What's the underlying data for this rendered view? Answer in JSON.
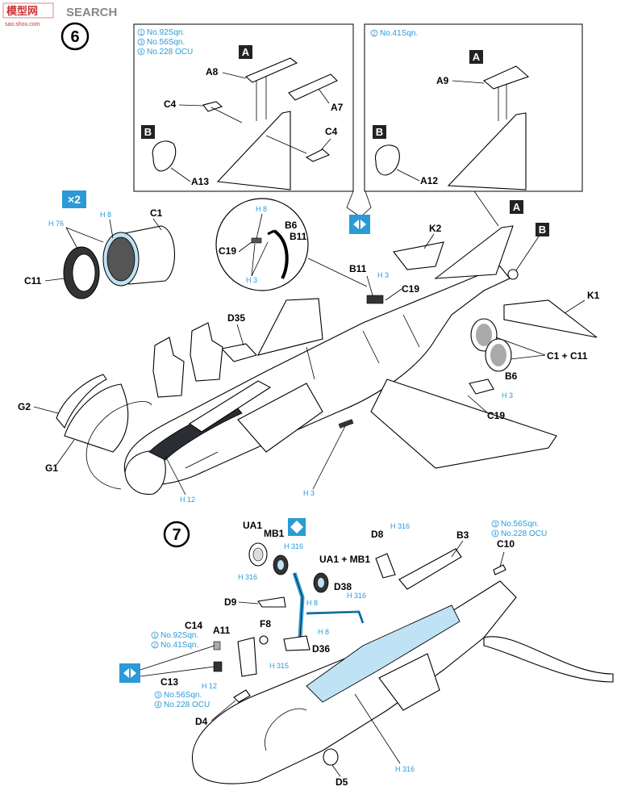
{
  "watermark": {
    "text": "SEARCH",
    "sub": "sao.shou.com",
    "logo": "模型网"
  },
  "step6": {
    "number": "6",
    "panel_left": {
      "variants": [
        {
          "n": "1",
          "text": "No.92Sqn."
        },
        {
          "n": "3",
          "text": "No.56Sqn."
        },
        {
          "n": "4",
          "text": "No.228 OCU"
        }
      ],
      "box_a": "A",
      "box_b": "B",
      "parts": {
        "a8": "A8",
        "a7": "A7",
        "c4a": "C4",
        "c4b": "C4",
        "a13": "A13"
      }
    },
    "panel_right": {
      "variants": [
        {
          "n": "2",
          "text": "No.41Sqn."
        }
      ],
      "box_a": "A",
      "box_b": "B",
      "parts": {
        "a9": "A9",
        "a12": "A12"
      }
    },
    "x2_badge": "×2",
    "labels": {
      "c1": "C1",
      "c11": "C11",
      "h76": "H 76",
      "h8a": "H 8",
      "b6": "B6",
      "b11": "B11",
      "c19": "C19",
      "h8b": "H 8",
      "h3a": "H 3",
      "k2": "K2",
      "k1": "K1",
      "a_box": "A",
      "b_box": "B",
      "b11b": "B11",
      "h3b": "H 3",
      "c19b": "C19",
      "d35": "D35",
      "c1c11": "C1 + C11",
      "b6b": "B6",
      "h3c": "H 3",
      "c19c": "C19",
      "g2": "G2",
      "g1": "G1",
      "h12": "H 12",
      "h3d": "H 3"
    }
  },
  "step7": {
    "number": "7",
    "labels": {
      "ua1": "UA1",
      "mb1": "MB1",
      "h316a": "H 316",
      "h316b": "H 316",
      "ua1mb1": "UA1 + MB1",
      "d38": "D38",
      "h316c": "H 316",
      "h8a": "H 8",
      "h8b": "H 8",
      "d9": "D9",
      "d36": "D36",
      "d8": "D8",
      "h316d": "H 316",
      "b3": "B3",
      "c10": "C10",
      "c14": "C14",
      "a11": "A11",
      "f8": "F8",
      "h315": "H 315",
      "c13": "C13",
      "h12": "H 12",
      "d4": "D4",
      "d5": "D5",
      "h316e": "H 316"
    },
    "variants_top_right": [
      {
        "n": "3",
        "text": "No.56Sqn."
      },
      {
        "n": "4",
        "text": "No.228 OCU"
      }
    ],
    "variants_c14": [
      {
        "n": "1",
        "text": "No.92Sqn."
      },
      {
        "n": "2",
        "text": "No.41Sqn."
      }
    ],
    "variants_c13": [
      {
        "n": "3",
        "text": "No.56Sqn."
      },
      {
        "n": "4",
        "text": "No.228 OCU"
      }
    ]
  },
  "colors": {
    "accent_blue": "#2b9ad6",
    "light_blue": "#bfe3f5",
    "ink": "#000000"
  }
}
